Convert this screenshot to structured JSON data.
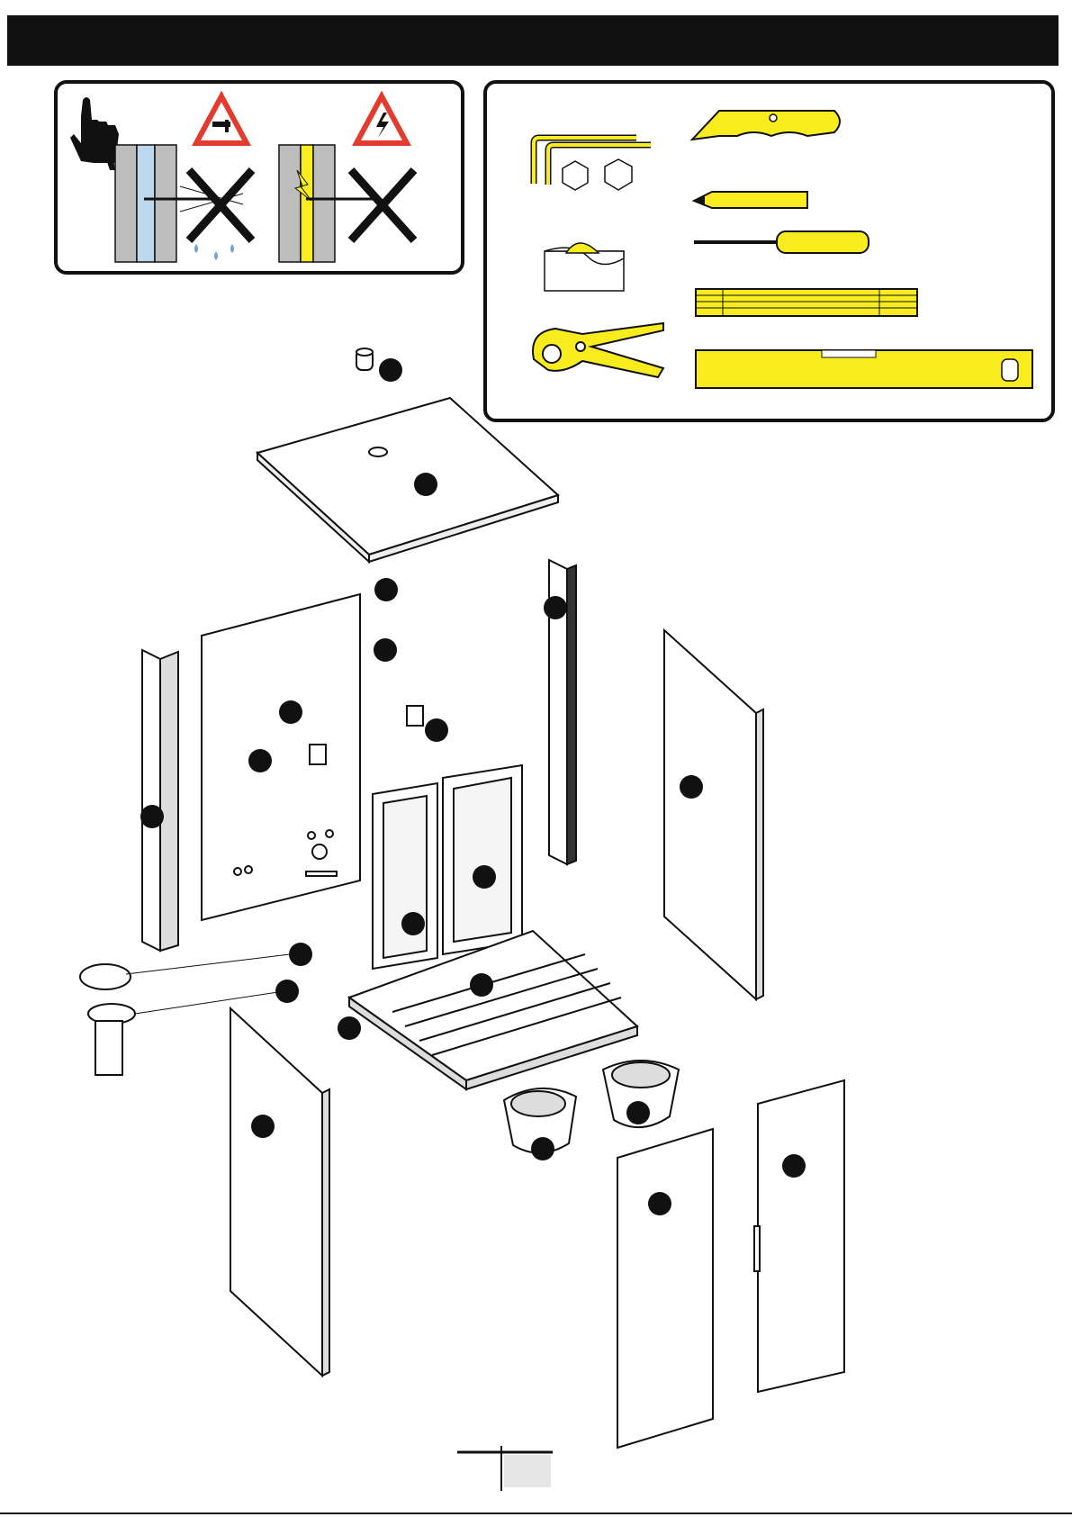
{
  "header": {
    "title": ""
  },
  "colors": {
    "header": "#111111",
    "tool_yellow": "#f8ec1f",
    "warning_red": "#e33b2e",
    "water_blue": "#bcd8ee",
    "line": "#111111"
  },
  "warning_panel": {
    "icons": [
      "hand-pointing-icon",
      "water-hazard-sign-icon",
      "electric-hazard-sign-icon",
      "no-drill-water-pipe-icon",
      "no-drill-electric-cable-icon"
    ]
  },
  "tools_panel": {
    "icons": [
      "hex-key-icon",
      "hex-nut-icon",
      "sealant-spatula-icon",
      "pipe-cutter-icon",
      "utility-knife-icon",
      "pencil-icon",
      "screwdriver-icon",
      "folding-ruler-icon",
      "spirit-level-icon"
    ]
  },
  "parts": [
    "drain-cap-part",
    "roof-panel-part",
    "side-post-left-part",
    "back-panel-part",
    "side-post-right-part",
    "side-panel-right-part",
    "frame-left-part",
    "frame-right-part",
    "base-tray-part",
    "drain-plug-part",
    "drain-pipe-part",
    "front-panel-left-part",
    "toilet-bowl-left-part",
    "toilet-bowl-right-part",
    "door-panel-part",
    "door-part"
  ],
  "page_footer": {
    "page_number": ""
  }
}
